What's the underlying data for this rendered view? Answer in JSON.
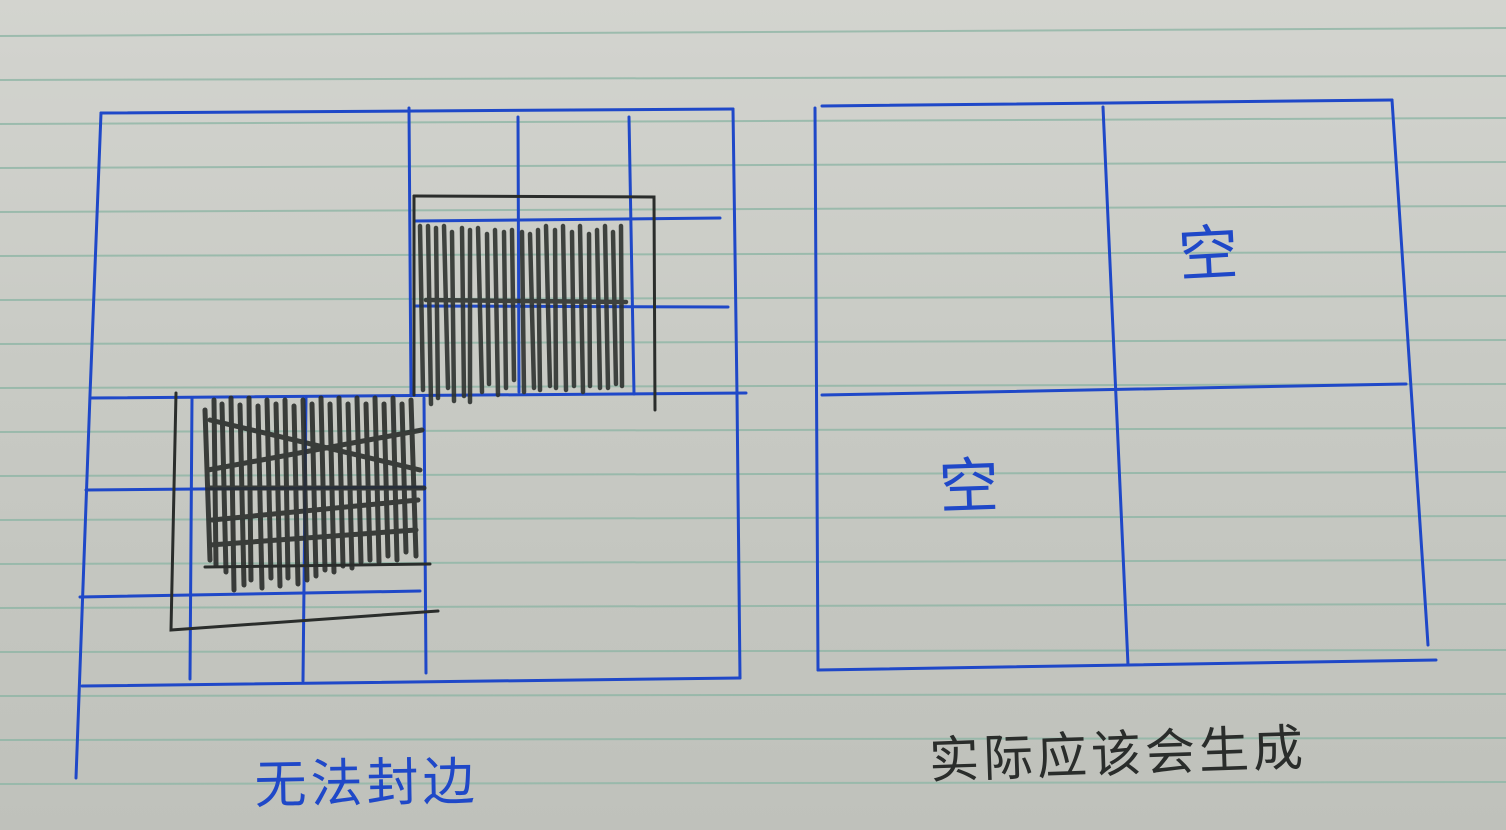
{
  "diagram": {
    "left_caption": "无法封边",
    "right_caption": "实际应该会生成",
    "right_panel": {
      "top_right_cell_label": "空",
      "bottom_left_cell_label": "空"
    }
  },
  "colors": {
    "paper": "#c9cbc6",
    "ruled_line": "#8fb6a6",
    "blue_ink": "#1f48c8",
    "black_ink": "#2a2d2b"
  }
}
